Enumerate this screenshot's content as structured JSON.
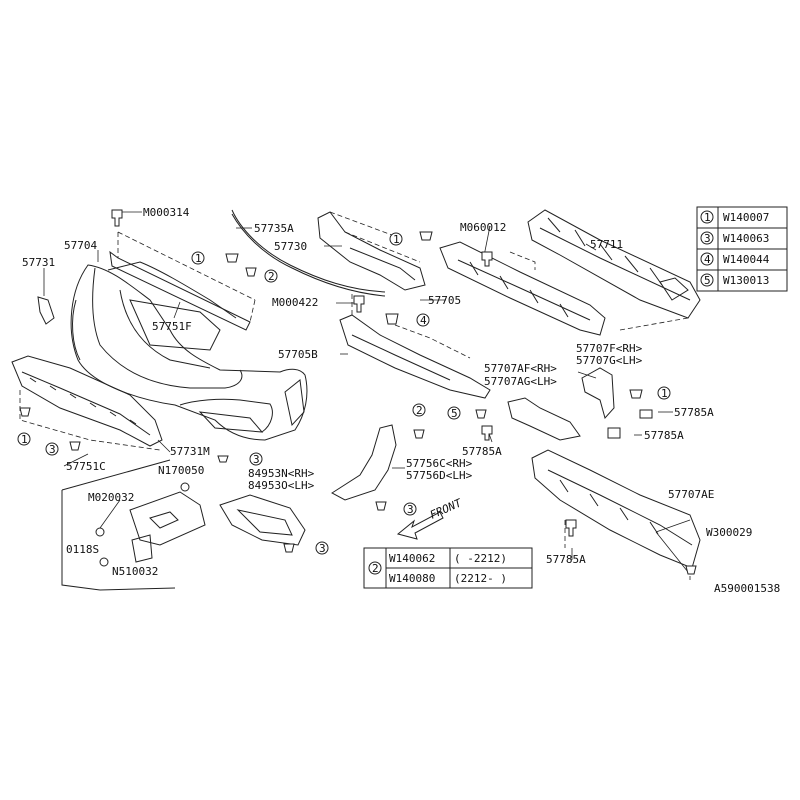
{
  "diagram_id": "A590001538",
  "labels": {
    "m000314": "M000314",
    "p57704": "57704",
    "p57731": "57731",
    "p57751f": "57751F",
    "p57735a": "57735A",
    "p57730": "57730",
    "m060012": "M060012",
    "p57711": "57711",
    "p57705": "57705",
    "m000422": "M000422",
    "p57705b": "57705B",
    "p57707f": "57707F<RH>",
    "p57707g": "57707G<LH>",
    "p57707af": "57707AF<RH>",
    "p57707ag": "57707AG<LH>",
    "p57785a_1": "57785A",
    "p57785a_2": "57785A",
    "p57785a_3": "57785A",
    "p57785a_4": "57785A",
    "p57731m": "57731M",
    "p57751c": "57751C",
    "n170050": "N170050",
    "p84953n": "84953N<RH>",
    "p84953o": "84953O<LH>",
    "p57756c": "57756C<RH>",
    "p57756d": "57756D<LH>",
    "m020032": "M020032",
    "p0118s": "0118S",
    "n510032": "N510032",
    "front": "FRONT",
    "p57707ae": "57707AE",
    "w300029": "W300029"
  },
  "callout_table": [
    {
      "symbol": "1",
      "part": "W140007"
    },
    {
      "symbol": "3",
      "part": "W140063"
    },
    {
      "symbol": "4",
      "part": "W140044"
    },
    {
      "symbol": "5",
      "part": "W130013"
    }
  ],
  "callout2_table": {
    "symbol": "2",
    "rows": [
      {
        "part": "W140062",
        "range": "(   -2212)"
      },
      {
        "part": "W140080",
        "range": "(2212-   )"
      }
    ]
  },
  "callouts": {
    "c1a": "1",
    "c2a": "2",
    "c1b": "1",
    "c4a": "4",
    "c1c": "1",
    "c2b": "2",
    "c5a": "5",
    "c1d": "1",
    "c3a": "3",
    "c3b": "3",
    "c3c": "3",
    "c3d": "3"
  }
}
